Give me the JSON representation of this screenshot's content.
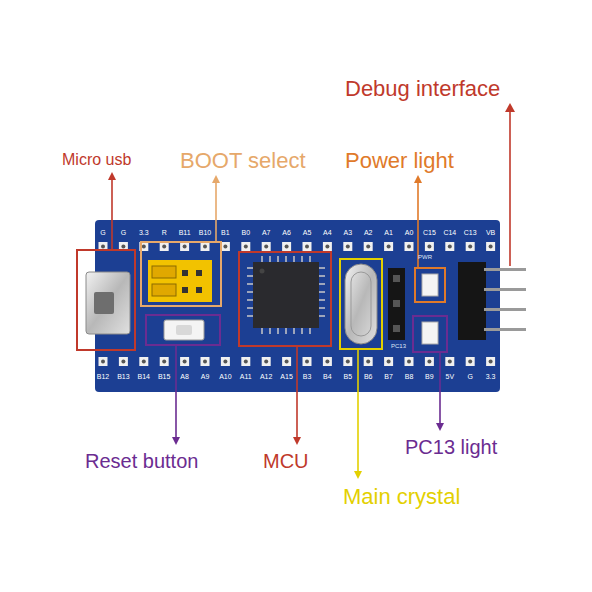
{
  "diagram": {
    "labels": [
      "Debug interface",
      "Micro usb",
      "BOOT select",
      "Power light",
      "Reset button",
      "MCU",
      "PC13 light",
      "Main crystal",
      "PWR",
      "PC13",
      "G",
      "G",
      "3.3",
      "R",
      "B11",
      "B10",
      "B1",
      "B0",
      "A7",
      "A6",
      "A5",
      "A4",
      "A3",
      "A2",
      "A1",
      "A0",
      "C15",
      "C14",
      "C13",
      "VB",
      "B12",
      "B13",
      "B14",
      "B15",
      "A8",
      "A9",
      "A10",
      "A11",
      "A12",
      "A15",
      "B3",
      "B4",
      "B5",
      "B6",
      "B7",
      "B8",
      "B9",
      "5V",
      "G",
      "3.3"
    ]
  }
}
